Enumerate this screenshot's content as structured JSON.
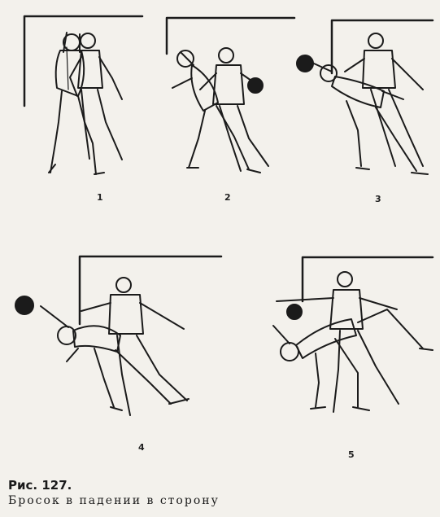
{
  "figure": {
    "frames": [
      {
        "label": "1"
      },
      {
        "label": "2"
      },
      {
        "label": "3"
      },
      {
        "label": "4"
      },
      {
        "label": "5"
      }
    ],
    "caption_title": "Рис. 127.",
    "caption_text": "Бросок в падении в сторону"
  }
}
